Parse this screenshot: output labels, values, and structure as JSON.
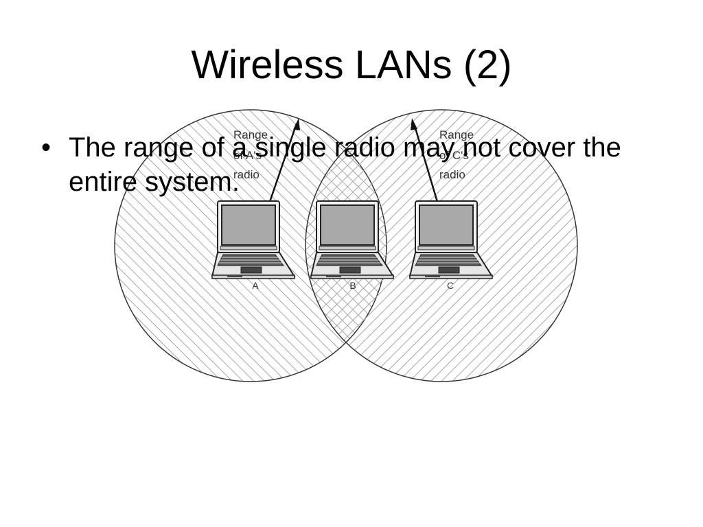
{
  "slide": {
    "title": "Wireless LANs (2)",
    "bullet_mark": "•",
    "bullet_text": "The range of a single radio may not cover the entire system."
  },
  "diagram": {
    "range_a_label": [
      "Range",
      "of A's",
      "radio"
    ],
    "range_c_label": [
      "Range",
      "of C's",
      "radio"
    ],
    "laptops": [
      {
        "id": "a",
        "label": "A"
      },
      {
        "id": "b",
        "label": "B"
      },
      {
        "id": "c",
        "label": "C"
      }
    ],
    "icons": [
      "laptop-icon",
      "range-arrow-icon"
    ],
    "colors": {
      "hatch": "#a6a6a6",
      "circle_outline": "#333333",
      "screen": "#a9a9a9",
      "body": "#d9d9d9"
    }
  }
}
